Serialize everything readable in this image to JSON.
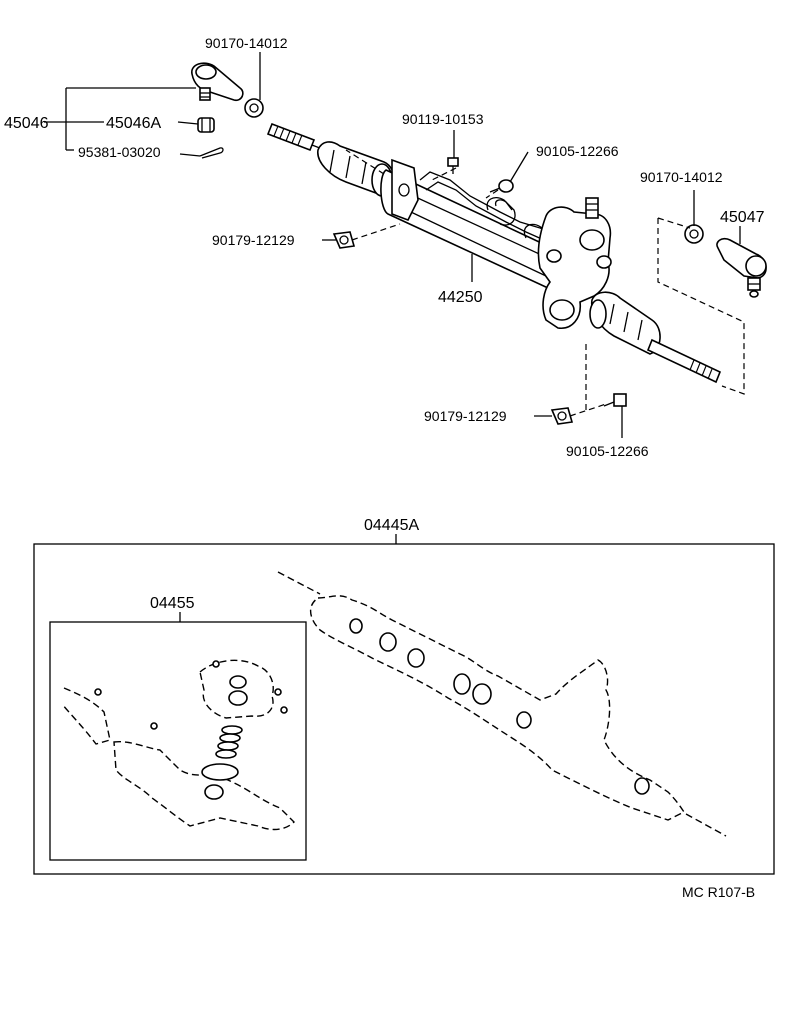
{
  "diagram": {
    "footer_code": "MC R107-B",
    "upper_assembly": {
      "gear_assembly": "44250",
      "tie_rod_end_left": "45046",
      "tie_rod_end_sub": "45046A",
      "cotter_pin": "95381-03020",
      "nut_left": "90170-14012",
      "nut_right": "90170-14012",
      "tie_rod_end_right": "45047",
      "bolt_upper": "90119-10153",
      "bolt_union_upper": "90105-12266",
      "bolt_union_lower": "90105-12266",
      "clamp_upper": "90179-12129",
      "clamp_lower": "90179-12129"
    },
    "gasket_kit": {
      "label": "04445A"
    },
    "seal_kit": {
      "label": "04455"
    }
  }
}
